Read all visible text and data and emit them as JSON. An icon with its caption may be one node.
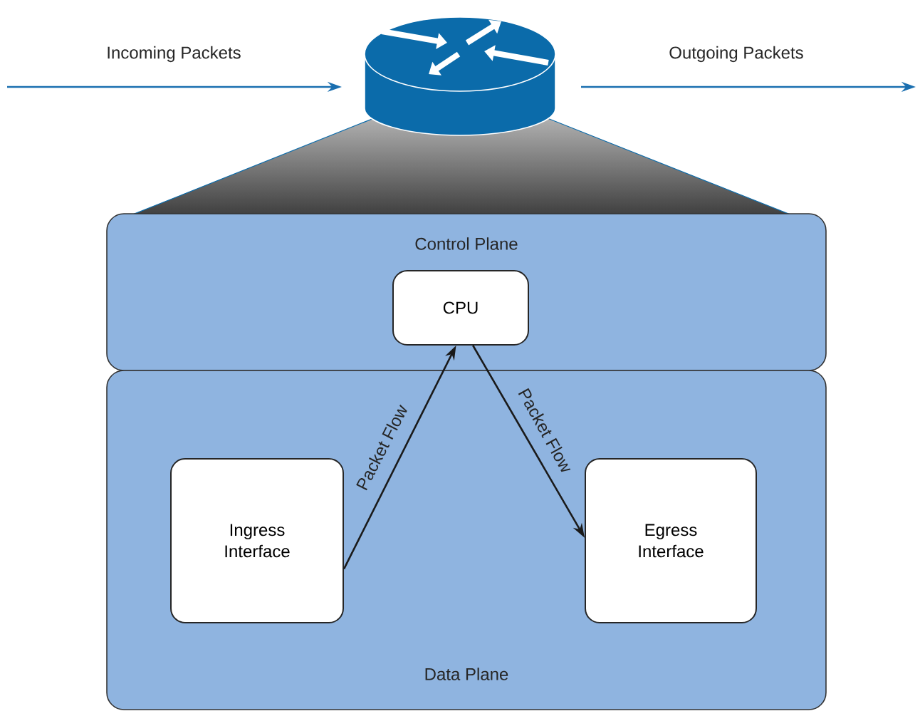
{
  "diagram": {
    "nodes": [
      {
        "text": [],
        "shape": "cylinder"
      },
      {
        "text": [
          "Control Plane"
        ]
      },
      {
        "text": [
          "CPU"
        ],
        "in": 1
      },
      {
        "text": [
          "Data Plane"
        ]
      },
      {
        "text": [
          "Ingress Interface"
        ],
        "in": 3
      },
      {
        "text": [
          "Egress Interface"
        ],
        "in": 3
      }
    ],
    "edges": [
      {
        "from": null,
        "to": 0,
        "arrow": "to",
        "label": "Incoming Packets",
        "color": "#1a6fb0"
      },
      {
        "from": 0,
        "to": null,
        "arrow": "to",
        "label": "Outgoing Packets",
        "color": "#1a6fb0"
      },
      {
        "from": 4,
        "to": 2,
        "arrow": "to",
        "label": "Packet Flow",
        "color": "#1a1a1a"
      },
      {
        "from": 2,
        "to": 5,
        "arrow": "to",
        "label": "Packet Flow",
        "color": "#1a1a1a"
      }
    ]
  }
}
